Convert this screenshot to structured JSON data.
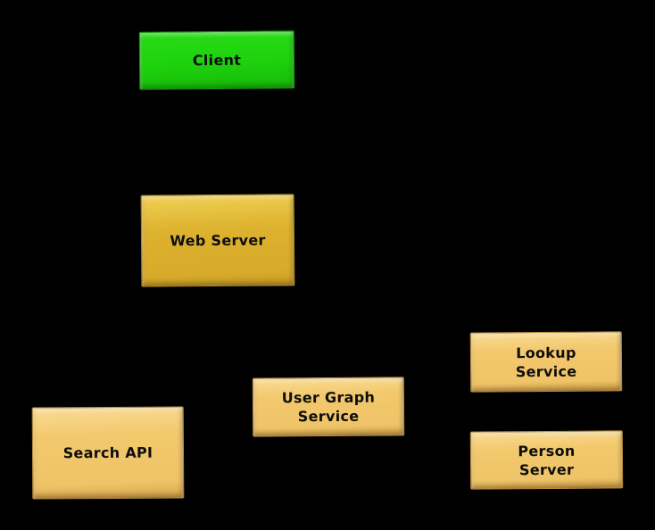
{
  "diagram": {
    "background_color": "#000000",
    "text_color": "#000000",
    "node_colors": {
      "client_green": "#1ed10e",
      "web_server_gold": "#ddb22e",
      "service_tan": "#f3c96e"
    },
    "nodes": [
      {
        "id": "client",
        "label": "Client",
        "fill": "#1ed10e"
      },
      {
        "id": "web-server",
        "label": "Web Server",
        "fill": "#ddb22e"
      },
      {
        "id": "search-api",
        "label": "Search API",
        "fill": "#f3c96e"
      },
      {
        "id": "user-graph-service",
        "label": "User Graph\nService",
        "fill": "#f3c96e"
      },
      {
        "id": "lookup-service",
        "label": "Lookup\nService",
        "fill": "#f3c96e"
      },
      {
        "id": "person-server",
        "label": "Person\nServer",
        "fill": "#f3c96e"
      }
    ]
  }
}
